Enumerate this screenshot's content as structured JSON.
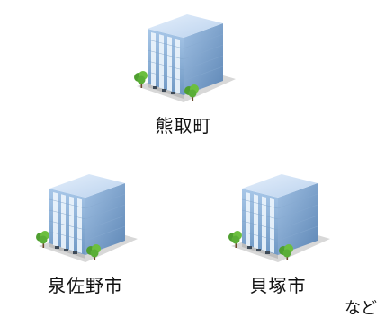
{
  "places": [
    {
      "name": "熊取町",
      "icon": "office-building-icon"
    },
    {
      "name": "泉佐野市",
      "icon": "office-building-icon"
    },
    {
      "name": "貝塚市",
      "icon": "office-building-icon"
    }
  ],
  "etc_label": "など",
  "colors": {
    "building_front": "#7fa6d0",
    "building_side": "#a9c6e6",
    "building_roof": "#c9def3",
    "window": "#e9f3fc",
    "ground": "#cfcfcf",
    "tree": "#5fae3a"
  }
}
